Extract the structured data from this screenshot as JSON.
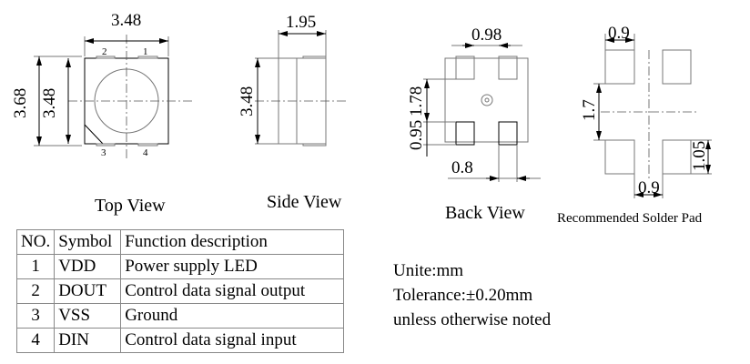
{
  "top_view": {
    "caption": "Top View",
    "width_dim": "3.48",
    "height_outer_dim": "3.68",
    "height_inner_dim": "3.48",
    "pins": [
      "1",
      "2",
      "3",
      "4"
    ]
  },
  "side_view": {
    "caption": "Side View",
    "depth_dim": "1.95",
    "height_dim": "3.48"
  },
  "back_view": {
    "caption": "Back View",
    "pad_spacing_dim": "0.98",
    "pitch_dim": "1.78",
    "pad_height_dim": "0.95",
    "pad_width_dim": "0.8"
  },
  "solder_pad": {
    "caption": "Recommended Solder Pad",
    "pad_width_dim": "0.9",
    "gap_dim": "1.7",
    "pad_height_dim": "1.05",
    "gap_width_dim": "0.9"
  },
  "pin_table": {
    "headers": [
      "NO.",
      "Symbol",
      "Function description"
    ],
    "rows": [
      [
        "1",
        "VDD",
        "Power supply LED"
      ],
      [
        "2",
        "DOUT",
        "Control data signal output"
      ],
      [
        "3",
        "VSS",
        "Ground"
      ],
      [
        "4",
        "DIN",
        "Control data signal input"
      ]
    ]
  },
  "notes": [
    "Unite:mm",
    "Tolerance:±0.20mm",
    "unless otherwise noted"
  ]
}
